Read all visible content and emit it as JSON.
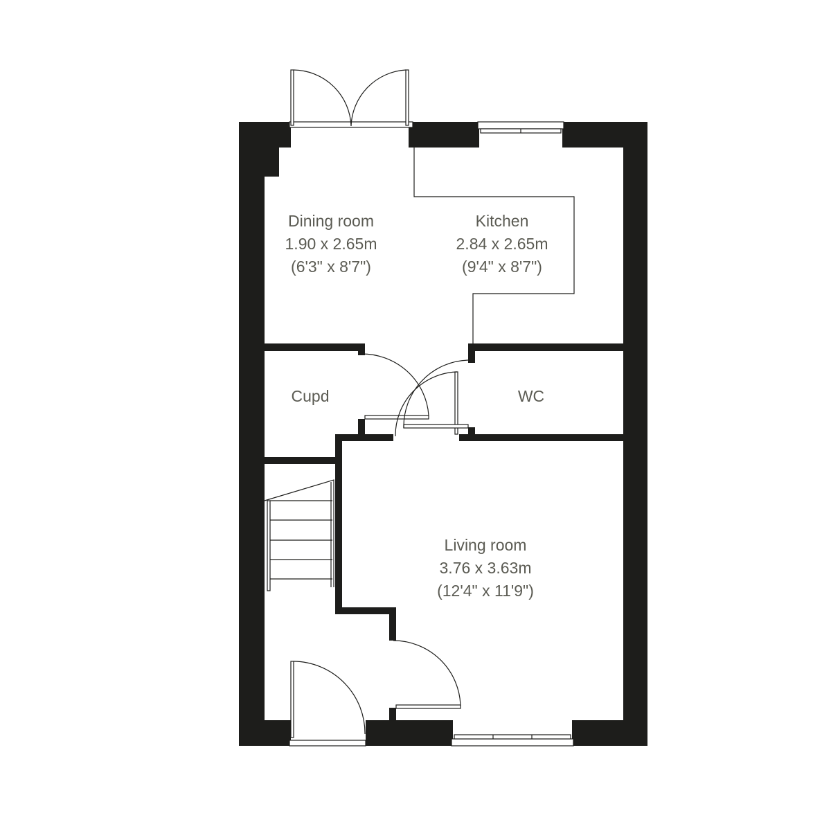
{
  "rooms": [
    {
      "name": "Dining room",
      "metric": "1.90 x 2.65m",
      "imperial": "(6'3\" x 8'7\")"
    },
    {
      "name": "Kitchen",
      "metric": "2.84 x 2.65m",
      "imperial": "(9'4\" x 8'7\")"
    },
    {
      "name": "Cupd"
    },
    {
      "name": "WC"
    },
    {
      "name": "Living room",
      "metric": "3.76 x 3.63m",
      "imperial": "(12'4\" x 11'9\")"
    }
  ],
  "colors": {
    "wall": "#1d1d1b",
    "label": "#5b5b53",
    "background": "#ffffff"
  }
}
